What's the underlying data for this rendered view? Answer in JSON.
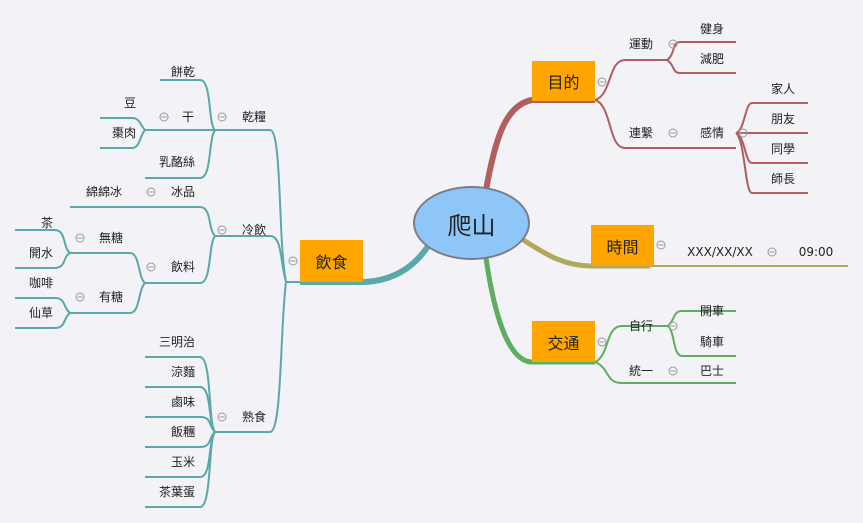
{
  "root": "爬山",
  "branches": {
    "goal": {
      "label": "目的",
      "exercise": {
        "label": "運動",
        "children": [
          "健身",
          "減肥"
        ]
      },
      "bond": {
        "label": "連繫",
        "feeling": {
          "label": "感情",
          "children": [
            "家人",
            "朋友",
            "同學",
            "師長"
          ]
        }
      }
    },
    "time": {
      "label": "時間",
      "date": "XXX/XX/XX",
      "clock": "09:00"
    },
    "transport": {
      "label": "交通",
      "self": {
        "label": "自行",
        "children": [
          "開車",
          "騎車"
        ]
      },
      "unified": {
        "label": "統一",
        "children": [
          "巴士"
        ]
      }
    },
    "food": {
      "label": "飲食",
      "dry": {
        "label": "乾糧",
        "cookie": "餅乾",
        "cheese": "乳酪絲",
        "dried": {
          "label": "干",
          "children": [
            "豆",
            "棗肉"
          ]
        }
      },
      "cold": {
        "label": "冷飲",
        "ice": {
          "label": "冰品",
          "children": [
            "綿綿冰"
          ]
        },
        "drink": {
          "label": "飲料",
          "nosugar": {
            "label": "無糖",
            "children": [
              "茶",
              "開水"
            ]
          },
          "sugar": {
            "label": "有糖",
            "children": [
              "咖啡",
              "仙草"
            ]
          }
        }
      },
      "hot": {
        "label": "熟食",
        "children": [
          "三明治",
          "涼麵",
          "鹵味",
          "飯糰",
          "玉米",
          "茶葉蛋"
        ]
      }
    }
  },
  "colors": {
    "background": "#f2f2f7",
    "topic": "#ffa500",
    "root_fill": "#8ec6f7",
    "goal_line": "#b05e5e",
    "time_line": "#b0a85a",
    "transport_line": "#5fae5f",
    "food_line": "#5aa8a8"
  }
}
